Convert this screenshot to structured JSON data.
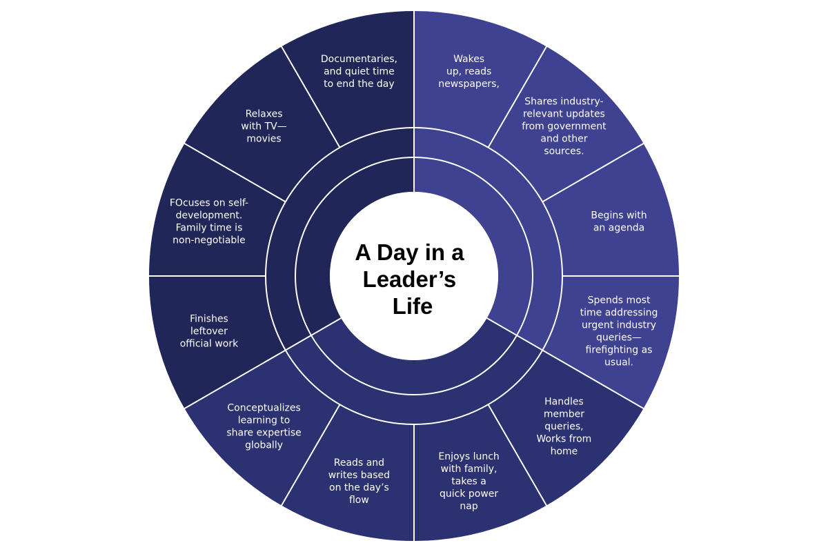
{
  "title_lines": [
    "A Day in a",
    "Leader’s",
    "Life"
  ],
  "colors": {
    "light": "#3f4191",
    "mid": "#2b3171",
    "dark": "#202657",
    "divider": "#ffffff",
    "center": "#ffffff",
    "title": "#000000"
  },
  "segments": [
    {
      "lines": [
        "Wakes",
        "up, reads",
        "newspapers,"
      ],
      "tone": "light"
    },
    {
      "lines": [
        "Shares industry-",
        "relevant updates",
        "from government",
        "and other",
        "sources."
      ],
      "tone": "light"
    },
    {
      "lines": [
        "Begins with",
        "an agenda"
      ],
      "tone": "light"
    },
    {
      "lines": [
        "Spends most",
        "time addressing",
        "urgent industry",
        "queries—",
        "firefighting as",
        "usual."
      ],
      "tone": "light"
    },
    {
      "lines": [
        "Handles",
        "member",
        "queries,",
        "Works from",
        "home"
      ],
      "tone": "mid"
    },
    {
      "lines": [
        "Enjoys lunch",
        "with family,",
        "takes a",
        "quick power",
        "nap"
      ],
      "tone": "mid"
    },
    {
      "lines": [
        "Reads and",
        "writes based",
        "on the day’s",
        "flow"
      ],
      "tone": "mid"
    },
    {
      "lines": [
        "Conceptualizes",
        "learning to",
        "share expertise",
        "globally"
      ],
      "tone": "mid"
    },
    {
      "lines": [
        "Finishes",
        "leftover",
        "official work"
      ],
      "tone": "dark"
    },
    {
      "lines": [
        "FOcuses on self-",
        "development.",
        "Family time is",
        "non-negotiable"
      ],
      "tone": "dark"
    },
    {
      "lines": [
        "Relaxes",
        "with TV—",
        "movies"
      ],
      "tone": "dark"
    },
    {
      "lines": [
        "Documentaries,",
        "and quiet time",
        "to end the day"
      ],
      "tone": "dark"
    }
  ]
}
